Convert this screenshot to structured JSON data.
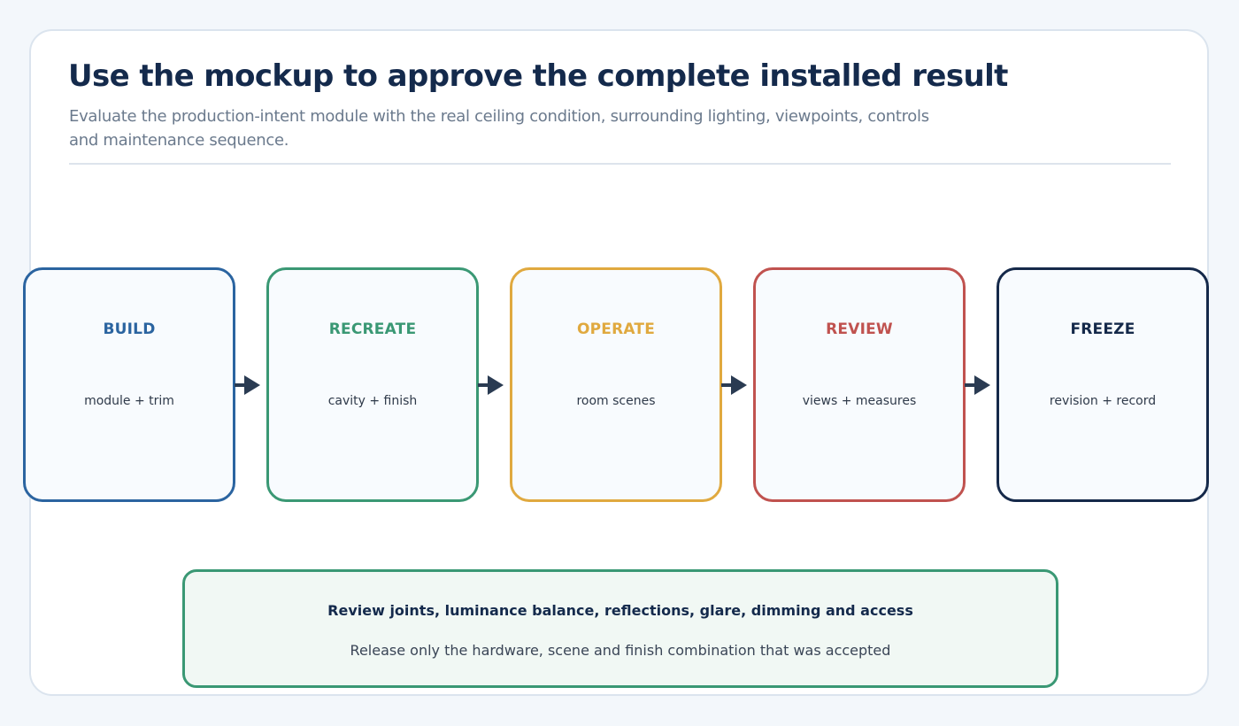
{
  "header": {
    "title": "Use the mockup to approve the complete installed result",
    "subtitle": "Evaluate the production-intent module with the real ceiling condition, surrounding lighting, viewpoints, controls and maintenance sequence."
  },
  "steps": [
    {
      "title": "BUILD",
      "desc": "module + trim",
      "color": "#2b64a0"
    },
    {
      "title": "RECREATE",
      "desc": "cavity + finish",
      "color": "#3a9874"
    },
    {
      "title": "OPERATE",
      "desc": "room scenes",
      "color": "#e0a93f"
    },
    {
      "title": "REVIEW",
      "desc": "views + measures",
      "color": "#c0524f"
    },
    {
      "title": "FREEZE",
      "desc": "revision + record",
      "color": "#15294a"
    }
  ],
  "note": {
    "main": "Review joints, luminance balance, reflections, glare, dimming and access",
    "sub": "Release only the hardware, scene and finish combination that was accepted",
    "color": "#3a9874"
  },
  "colors": {
    "arrow": "#2a3b52",
    "background": "#f3f7fb",
    "title": "#142a4c"
  }
}
